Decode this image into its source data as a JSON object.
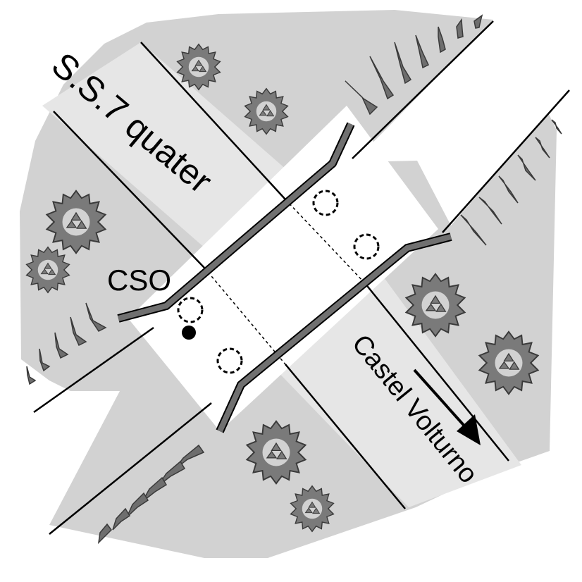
{
  "labels": {
    "road": "S.S.7 quater",
    "direction": "Castel Volturno",
    "channel": "CSO"
  },
  "colors": {
    "terrain": "#d2d2d2",
    "road": "#e6e6e6",
    "channel_wall": "#707070",
    "teeth": "#6e6e6e",
    "tree": "#7a7a7a",
    "outline": "#000000"
  },
  "icons": [
    "tree-icon",
    "embankment-teeth-icon",
    "direction-arrow-icon",
    "sensor-marker-icon"
  ]
}
